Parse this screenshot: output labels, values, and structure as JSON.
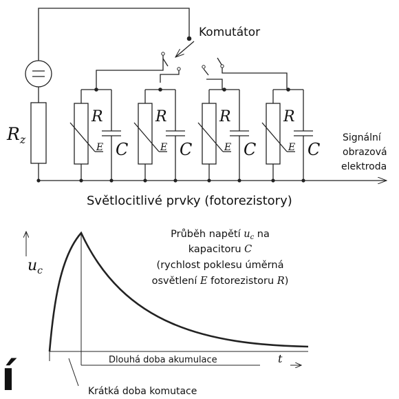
{
  "circuit": {
    "load_resistor": "R",
    "load_resistor_sub": "z",
    "switch_label": "Komutátor",
    "element_R": "R",
    "element_E": "E",
    "element_C": "C",
    "signal_line1": "Signální",
    "signal_line2": "obrazová",
    "signal_line3": "elektroda",
    "elements_caption": "Světlocitlivé prvky (fotorezistory)"
  },
  "graph": {
    "y_label_base": "u",
    "y_label_sub": "c",
    "annotation": {
      "line1_pre": "Průběh napětí ",
      "line1_var": "u",
      "line1_sub": "c",
      "line1_post": " na",
      "line2_pre": "kapacitoru ",
      "line2_var": "C",
      "line3": "(rychlost poklesu úměrná",
      "line4_pre": "osvětlení ",
      "line4_var1": "E",
      "line4_mid": " fotorezistoru ",
      "line4_var2": "R",
      "line4_post": ")"
    },
    "long_interval": "Dlouhá doba akumulace",
    "t_label": "t",
    "short_interval": "Krátká doba komutace",
    "stray_glyph": "í"
  }
}
